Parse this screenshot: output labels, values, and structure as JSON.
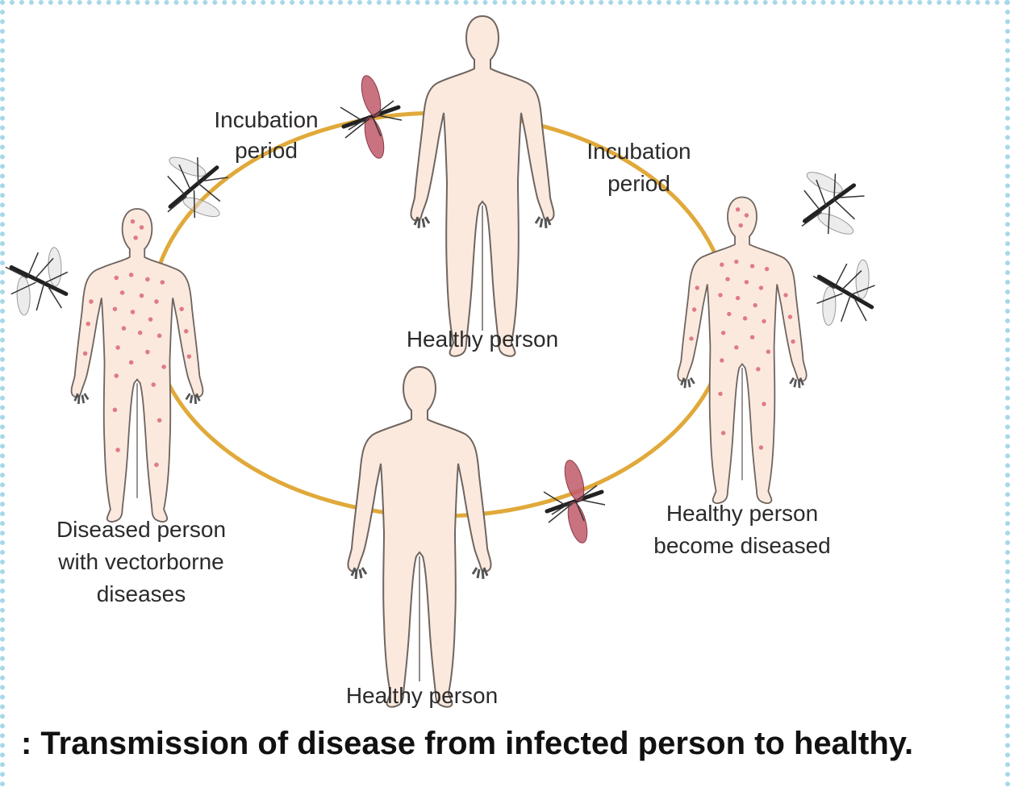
{
  "labels": {
    "incubation_left": [
      "Incubation",
      "period"
    ],
    "incubation_right": [
      "Incubation",
      "period"
    ],
    "healthy_top": "Healthy person",
    "healthy_bottom": "Healthy person",
    "diseased_left": [
      "Diseased person",
      "with vectorborne",
      "diseases"
    ],
    "diseased_right": [
      "Healthy person",
      "become diseased"
    ]
  },
  "caption": ": Transmission of disease from infected person to healthy.",
  "colors": {
    "cycle_ring": "#e0a93a",
    "skin": "#fbe9de",
    "outline": "#6f6560",
    "spots": "#e07a86",
    "frame": "#a8d8e8",
    "mosquito_fed": "#c05a6a",
    "mosquito": "#333333"
  },
  "icons": [
    "mosquito-icon",
    "human-figure"
  ]
}
